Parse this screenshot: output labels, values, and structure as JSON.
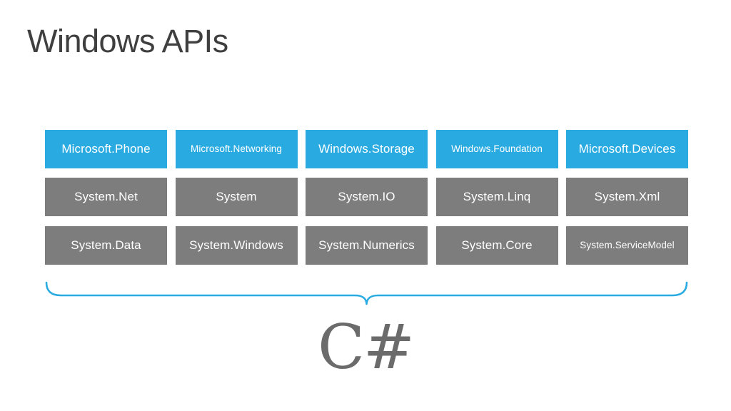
{
  "slide": {
    "title": "Windows APIs",
    "background_color": "#FFFFFF",
    "title_color": "#3F3F3F"
  },
  "colors": {
    "accent_blue": "#29ABE2",
    "box_gray": "#7D7D7D",
    "brace_blue": "#29ABE2",
    "caption_gray": "#6B6B6B"
  },
  "api_grid": {
    "columns": 5,
    "rows": 3,
    "matrix": [
      [
        {
          "label": "Microsoft.Phone",
          "color": "blue",
          "size": "normal"
        },
        {
          "label": "Microsoft.Networking",
          "color": "blue",
          "size": "small"
        },
        {
          "label": "Windows.Storage",
          "color": "blue",
          "size": "normal"
        },
        {
          "label": "Windows.Foundation",
          "color": "blue",
          "size": "small"
        },
        {
          "label": "Microsoft.Devices",
          "color": "blue",
          "size": "normal"
        }
      ],
      [
        {
          "label": "System.Net",
          "color": "gray",
          "size": "normal"
        },
        {
          "label": "System",
          "color": "gray",
          "size": "normal"
        },
        {
          "label": "System.IO",
          "color": "gray",
          "size": "normal"
        },
        {
          "label": "System.Linq",
          "color": "gray",
          "size": "normal"
        },
        {
          "label": "System.Xml",
          "color": "gray",
          "size": "normal"
        }
      ],
      [
        {
          "label": "System.Data",
          "color": "gray",
          "size": "normal"
        },
        {
          "label": "System.Windows",
          "color": "gray",
          "size": "normal"
        },
        {
          "label": "System.Numerics",
          "color": "gray",
          "size": "normal"
        },
        {
          "label": "System.Core",
          "color": "gray",
          "size": "normal"
        },
        {
          "label": "System.ServiceModel",
          "color": "gray",
          "size": "small"
        }
      ]
    ]
  },
  "brace": {
    "icon": "curly-brace-down-icon",
    "color": "#29ABE2"
  },
  "caption": {
    "text": "C#"
  }
}
